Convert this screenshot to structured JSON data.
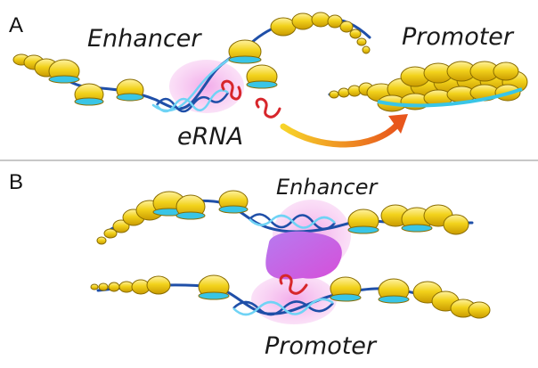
{
  "panels": [
    {
      "letter": "A",
      "labels": {
        "enhancer": "Enhancer",
        "promoter": "Promoter",
        "erna": "eRNA"
      }
    },
    {
      "letter": "B",
      "labels": {
        "enhancer": "Enhancer",
        "promoter": "Promoter"
      }
    }
  ],
  "colors": {
    "nucleosome_fill": "#f2d21b",
    "nucleosome_stroke": "#8a6d00",
    "histone_band": "#39c5e6",
    "dna_backbone": "#1f4fa8",
    "dna_light": "#6fd3f5",
    "erna": "#d7262b",
    "activator": "#c86dea",
    "halo": "#f3b8ec",
    "arrow_start": "#f7d42a",
    "arrow_end": "#e8561c",
    "divider": "#b5b5b5"
  }
}
